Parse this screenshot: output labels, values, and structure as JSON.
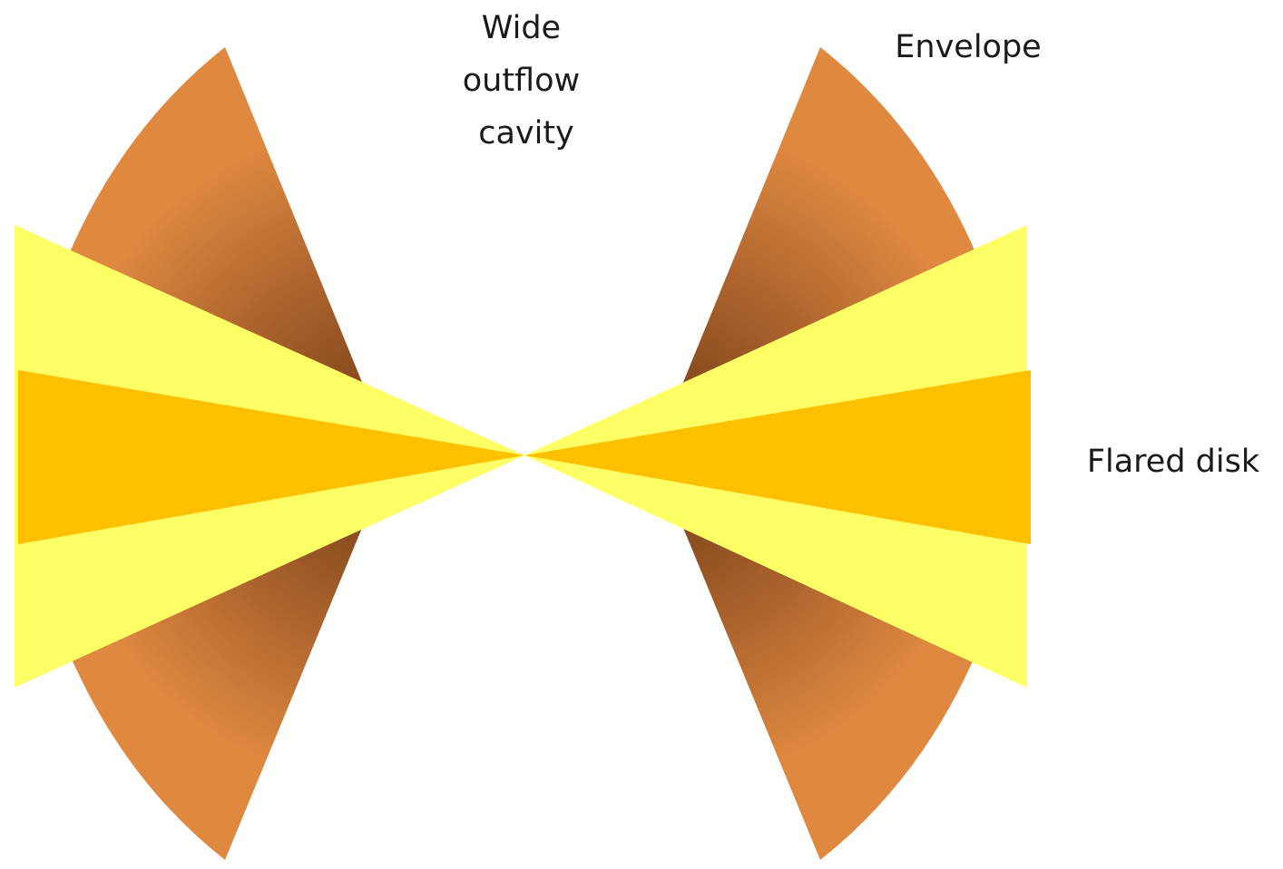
{
  "diagram": {
    "labels": {
      "cavity": [
        "Wide",
        "outflow",
        "cavity"
      ],
      "envelope": "Envelope",
      "disk": "Flared disk"
    },
    "colors": {
      "envelope_outer": "#DE8840",
      "envelope_inner": "#6E3A15",
      "flared_disk_surface": "#FFFF66",
      "disk_midplane": "#FFC000",
      "background": "#FFFFFF",
      "text": "#1A1A1A"
    }
  }
}
